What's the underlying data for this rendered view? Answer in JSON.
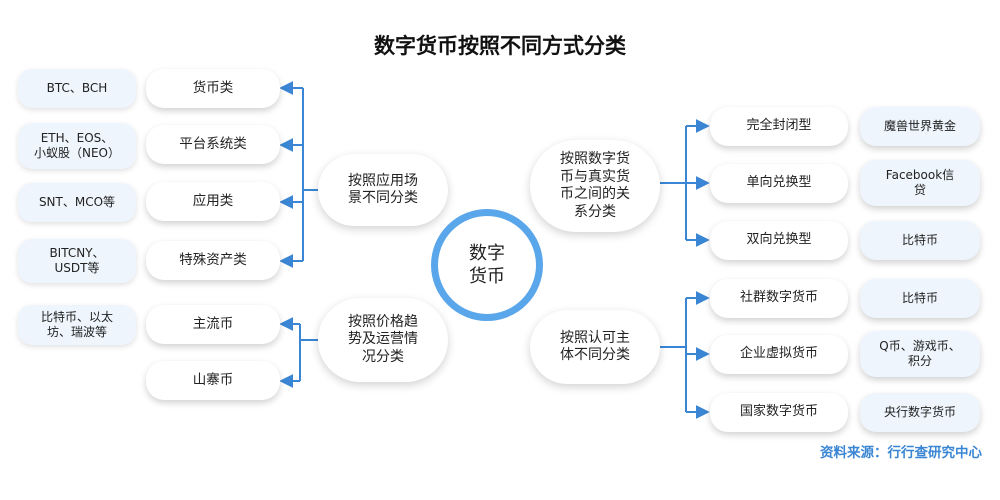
{
  "title": "数字货币按照不同方式分类",
  "source": "资料来源：行行查研究中心",
  "center": "数字\n货币",
  "left_groups": [
    {
      "label": "按照应用场\n景不同分类",
      "items": [
        {
          "name": "货币类",
          "example": "BTC、BCH"
        },
        {
          "name": "平台系统类",
          "example": "ETH、EOS、\n小蚁股（NEO）"
        },
        {
          "name": "应用类",
          "example": "SNT、MCO等"
        },
        {
          "name": "特殊资产类",
          "example": "BITCNY、\nUSDT等"
        }
      ]
    },
    {
      "label": "按照价格趋\n势及运营情\n况分类",
      "items": [
        {
          "name": "主流币",
          "example": "比特币、以太\n坊、瑞波等"
        },
        {
          "name": "山寨币",
          "example": ""
        }
      ]
    }
  ],
  "right_groups": [
    {
      "label": "按照数字货\n币与真实货\n币之间的关\n系分类",
      "items": [
        {
          "name": "完全封闭型",
          "example": "魔兽世界黄金"
        },
        {
          "name": "单向兑换型",
          "example": "Facebook信\n贷"
        },
        {
          "name": "双向兑换型",
          "example": "比特币"
        }
      ]
    },
    {
      "label": "按照认可主\n体不同分类",
      "items": [
        {
          "name": "社群数字货币",
          "example": "比特币"
        },
        {
          "name": "企业虚拟货币",
          "example": "Q币、游戏币、\n积分"
        },
        {
          "name": "国家数字货币",
          "example": "央行数字货币"
        }
      ]
    }
  ],
  "colors": {
    "accent": "#3a86d4",
    "ring": "#5aa6ea",
    "pill_blue": "#eef5fc"
  }
}
